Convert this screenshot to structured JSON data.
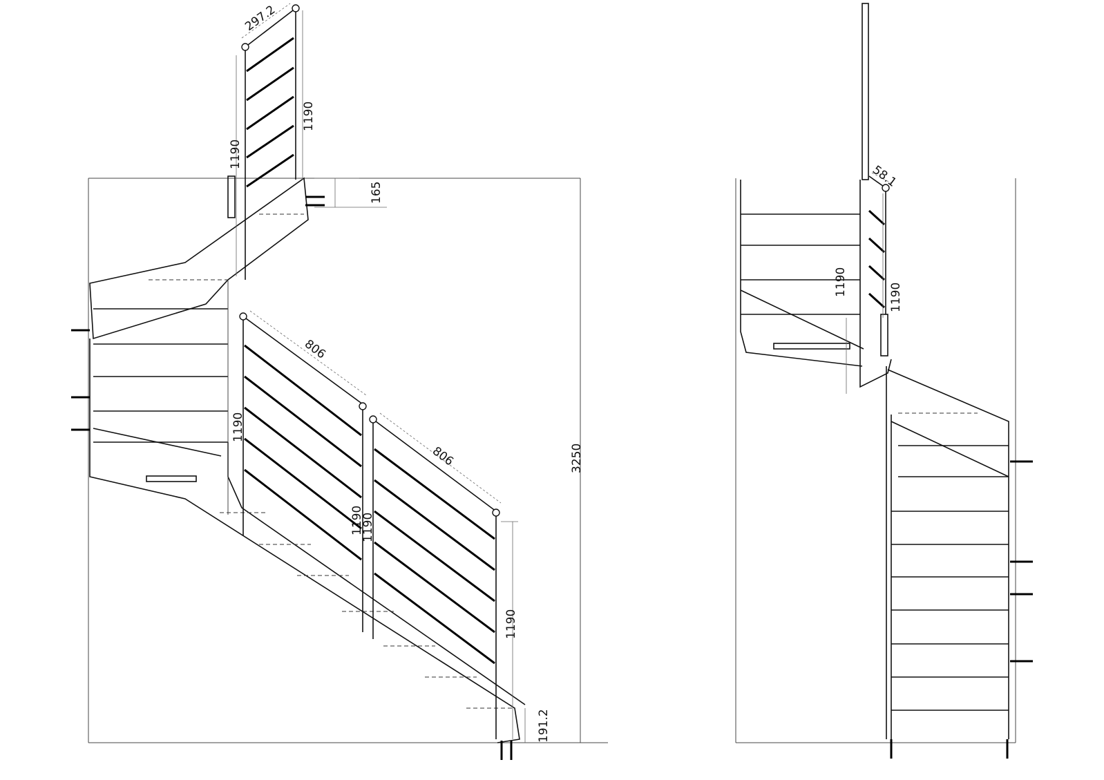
{
  "dimensions": {
    "top_rail_length": "297.2",
    "top_panel_height_right": "1190",
    "top_panel_height_left": "1190",
    "landing_offset": "165",
    "mid_rail_length": "806",
    "mid_panel_height": "1190",
    "lower_rail_length": "806",
    "post_height_a": "1190",
    "post_height_b": "1190",
    "end_post_height": "1190",
    "total_height": "3250",
    "base_offset": "191.2",
    "side_rail_length": "58.1",
    "side_height_a": "1190",
    "side_height_b": "1190"
  }
}
